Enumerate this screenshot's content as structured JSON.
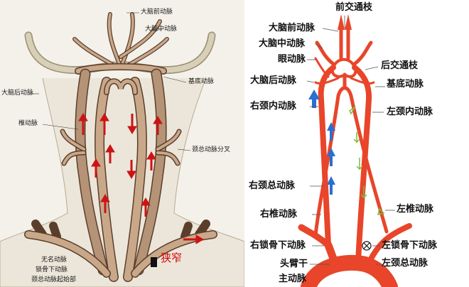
{
  "left": {
    "labels": {
      "ant_cerebral": "大脑前动脉",
      "mid_cerebral": "大脑中动脉",
      "basilar": "基底动脉",
      "post_cerebral": "大脑后动脉",
      "vertebral": "椎动脉",
      "carotid_bif": "颈总动脉分叉",
      "narrow": "狭窄",
      "bottom_lines": [
        "无名动脉",
        "锁骨下动脉",
        "颈总动脉起始部"
      ]
    },
    "colors": {
      "artery_fill": "#c9a88a",
      "artery_stroke": "#5a3e2b",
      "arrow": "#cc1414",
      "background": "#f4f1ea"
    }
  },
  "right": {
    "labels": {
      "ant_comm": "前交通枝",
      "ant_cerebral": "大脑前动脉",
      "mid_cerebral": "大脑中动脉",
      "ophthalmic": "眼动脉",
      "post_comm": "后交通枝",
      "post_cerebral": "大脑后动脉",
      "basilar": "基底动脉",
      "r_ica": "右颈内动脉",
      "l_ica": "左颈内动脉",
      "r_cca": "右颈总动脉",
      "r_vert": "右椎动脉",
      "l_vert": "左椎动脉",
      "r_subclav": "右锁骨下动脉",
      "l_subclav": "左锁骨下动脉",
      "brachio": "头臂干",
      "aorta": "主动脉",
      "l_cca": "左颈总动脉"
    },
    "colors": {
      "artery": "#e8452a",
      "label_line": "#555555",
      "arrow_blue": "#2a6fd1",
      "arrow_green": "#7dbb3c"
    }
  }
}
